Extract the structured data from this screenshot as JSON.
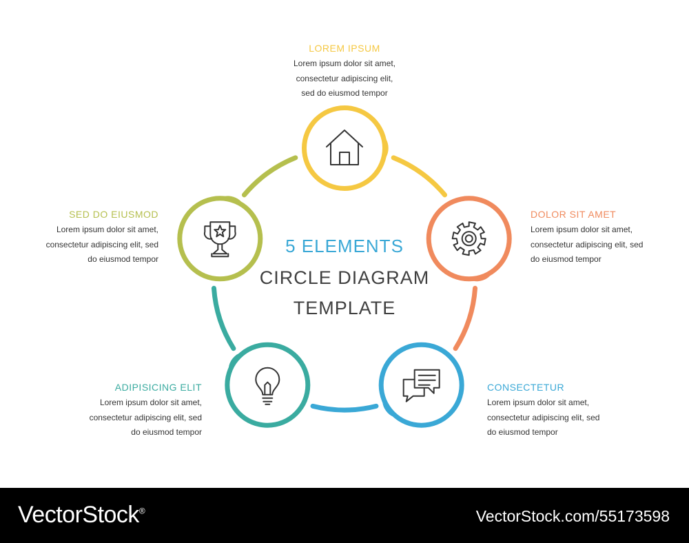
{
  "center": {
    "line1": "5 ELEMENTS",
    "line2": "CIRCLE DIAGRAM",
    "line3": "TEMPLATE"
  },
  "elements": [
    {
      "id": "top",
      "title": "LOREM IPSUM",
      "lines": [
        "Lorem ipsum dolor sit amet,",
        "consectetur  adipiscing  elit,",
        "sed do eiusmod tempor"
      ],
      "color": "#f5c842",
      "icon": "house-icon"
    },
    {
      "id": "right",
      "title": "DOLOR SIT AMET",
      "lines": [
        "Lorem ipsum dolor sit amet,",
        "consectetur adipiscing elit, sed",
        "do eiusmod tempor"
      ],
      "color": "#f08a5d",
      "icon": "gear-icon"
    },
    {
      "id": "bottom-right",
      "title": "CONSECTETUR",
      "lines": [
        "Lorem ipsum dolor sit amet,",
        "consectetur adipiscing elit, sed",
        "do eiusmod tempor"
      ],
      "color": "#3aa8d6",
      "icon": "chat-bubbles-icon"
    },
    {
      "id": "bottom-left",
      "title": "ADIPISICING ELIT",
      "lines": [
        "Lorem ipsum dolor sit amet,",
        "consectetur adipiscing elit, sed",
        "do eiusmod tempor"
      ],
      "color": "#3aaba0",
      "icon": "light-bulb-icon"
    },
    {
      "id": "left",
      "title": "SED DO EIUSMOD",
      "lines": [
        "Lorem ipsum dolor sit amet,",
        "consectetur adipiscing elit, sed",
        "do eiusmod tempor"
      ],
      "color": "#b5bf4e",
      "icon": "trophy-icon"
    }
  ],
  "footer": {
    "brand": "VectorStock",
    "registered": "®",
    "url": "VectorStock.com/55173598"
  }
}
